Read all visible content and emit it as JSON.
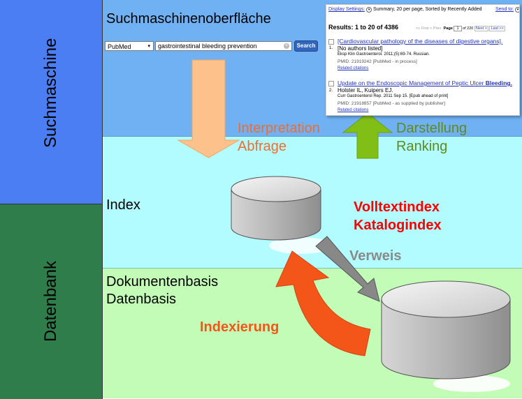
{
  "colors": {
    "search_band": "#6fb1f3",
    "index_band": "#b2fbff",
    "doc_band": "#c2fcb6",
    "suchmaschine_side": "#4a7ef2",
    "datenbank_side": "#2f7d4a",
    "interpretation_arrow": "#fdc28c",
    "darstellung_arrow": "#82bf16",
    "indexierung_arrow": "#f4561a",
    "verweis_arrow": "#888888",
    "interpretation_text": "#ee6d30",
    "darstellung_text": "#5f8a1e",
    "volltext_text": "#ff0000",
    "verweis_text": "#8a8a8a",
    "indexierung_text": "#f4561a"
  },
  "side": {
    "suchmaschine": "Suchmaschine",
    "datenbank": "Datenbank"
  },
  "zones": {
    "search_title": "Suchmaschinenoberfläche",
    "index_title": "Index",
    "doc_title_1": "Dokumentenbasis",
    "doc_title_2": "Datenbasis"
  },
  "search": {
    "database": "PubMed",
    "query": "gastrointestinal bleeding prevention",
    "button": "Search"
  },
  "labels": {
    "interpretation": "Interpretation",
    "abfrage": "Abfrage",
    "darstellung": "Darstellung",
    "ranking": "Ranking",
    "volltextindex": "Volltextindex",
    "katalogindex": "Katalogindex",
    "verweis": "Verweis",
    "indexierung": "Indexierung"
  },
  "results": {
    "display_settings": "Display Settings:",
    "summary": "Summary, 20 per page, Sorted by Recently Added",
    "send_to": "Send to:",
    "results_header": "Results: 1 to 20 of 4386",
    "nav_first_prev": "<< First  < Prev",
    "page_label": "Page",
    "page_value": "1",
    "page_of": "of 220",
    "next": "Next >",
    "last": "Last >>",
    "items": [
      {
        "num": "1.",
        "title": "[Cardiovascular pathology of the diseases of digestive organs].",
        "authors": "[No authors listed]",
        "citation": "Eksp Klin Gastroenterol. 2011;(5):69-74. Russian.",
        "pmid": "PMID: 21919242 [PubMed - in process]",
        "related": "Related citations"
      },
      {
        "num": "2.",
        "title_a": "Update on the Endoscopic Management of Peptic Ulcer ",
        "title_b": "Bleeding.",
        "authors": "Holster IL, Kuipers EJ.",
        "citation": "Curr Gastroenterol Rep. 2011 Sep 15. [Epub ahead of print]",
        "pmid": "PMID: 21918857 [PubMed - as supplied by publisher]",
        "related": "Related citations"
      }
    ]
  }
}
